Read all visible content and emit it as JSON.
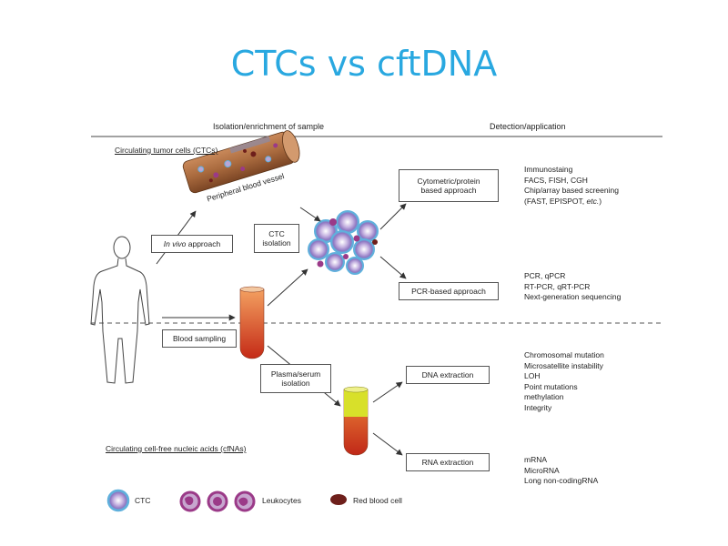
{
  "slide": {
    "title": "CTCs vs cftDNA"
  },
  "headers": {
    "left": "Isolation/enrichment of sample",
    "right": "Detection/application"
  },
  "sections": {
    "ctc": "Circulating tumor cells (CTCs)",
    "cfna": "Circulating cell-free nucleic acids (cfNAs)"
  },
  "labels": {
    "vessel": "Peripheral blood vessel"
  },
  "boxes": {
    "in_vivo_italic": "In vivo",
    "in_vivo_rest": " approach",
    "ctc_isolation_line1": "CTC",
    "ctc_isolation_line2": "isolation",
    "cytometric_line1": "Cytometric/protein",
    "cytometric_line2": "based approach",
    "pcr": "PCR-based approach",
    "blood_sampling": "Blood sampling",
    "plasma_line1": "Plasma/serum",
    "plasma_line2": "isolation",
    "dna": "DNA extraction",
    "rna": "RNA extraction"
  },
  "lists": {
    "cytometric": [
      "Immunostaing",
      "FACS, FISH, CGH",
      "Chip/array based screening"
    ],
    "cytometric_last_prefix": "(FAST, EPISPOT, ",
    "cytometric_last_italic": "etc.",
    "cytometric_last_suffix": ")",
    "pcr": [
      "PCR, qPCR",
      "RT-PCR, qRT-PCR",
      "Next-generation sequencing"
    ],
    "dna": [
      "Chromosomal mutation",
      "Microsatellite instability",
      "LOH",
      "Point mutations",
      "methylation",
      "Integrity"
    ],
    "rna": [
      "mRNA",
      "MicroRNA",
      "Long non-codingRNA"
    ]
  },
  "legend": {
    "ctc": "CTC",
    "leukocytes": "Leukocytes",
    "rbc": "Red blood cell"
  },
  "colors": {
    "title": "#29a8e0",
    "ctc_membrane": "#5fb0dc",
    "ctc_body": "#b9a6d6",
    "leukocyte": "#9b3a88",
    "rbc": "#6e1f1b",
    "vessel": "#b5784a",
    "blood_top": "#f08a3a",
    "blood_bottom": "#c02818",
    "plasma": "#d8e02a"
  }
}
